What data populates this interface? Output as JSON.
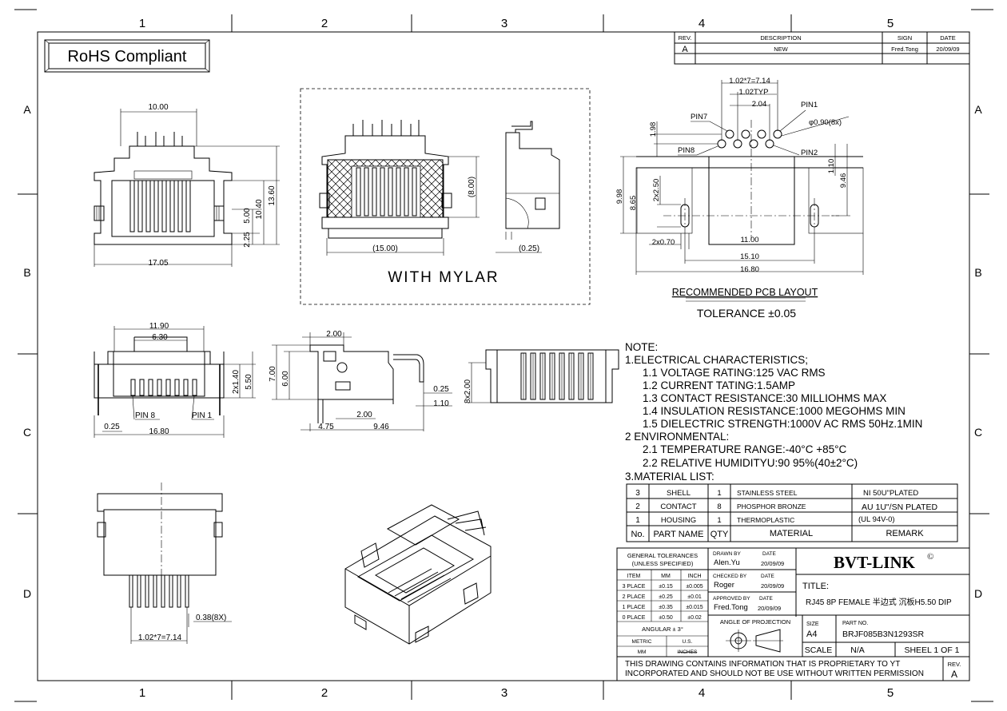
{
  "frame": {
    "columns": [
      "1",
      "2",
      "3",
      "4",
      "5"
    ],
    "rows": [
      "A",
      "B",
      "C",
      "D"
    ]
  },
  "rohs": "RoHS Compliant",
  "revision_table": {
    "headers": [
      "REV.",
      "DESCRIPTION",
      "SIGN",
      "DATE"
    ],
    "row": [
      "A",
      "NEW",
      "Fred.Tong",
      "20/09/09"
    ]
  },
  "front_view": {
    "dims": [
      "10.00",
      "13.60",
      "10.40",
      "5.00",
      "2.25",
      "17.05"
    ]
  },
  "mylar_view": {
    "dims": [
      "(8.00)",
      "(15.00)",
      "(0.25)"
    ],
    "caption": "WITH MYLAR"
  },
  "pcb_layout": {
    "dims": [
      "1.02*7=7.14",
      "1.02TYP",
      "2.04",
      "φ0.90(8x)",
      "1.98",
      "1.10",
      "9.46",
      "9.98",
      "8.65",
      "2x2.50",
      "2x0.70",
      "11.00",
      "15.10",
      "16.80"
    ],
    "pins": [
      "PIN7",
      "PIN1",
      "PIN8",
      "PIN2"
    ],
    "caption": "RECOMMENDED PCB LAYOUT",
    "tolerance": "TOLERANCE ±0.05"
  },
  "top_view": {
    "dims": [
      "11.90",
      "6.30",
      "2x1.40",
      "5.50",
      "0.25",
      "16.80"
    ],
    "pins": [
      "PIN 8",
      "PIN 1"
    ]
  },
  "side_view": {
    "dims": [
      "2.00",
      "7.00",
      "6.00",
      "0.25",
      "1.10",
      "2.00",
      "4.75",
      "9.46"
    ]
  },
  "back_view": {
    "dims": [
      "8x2.00"
    ]
  },
  "bottom_view": {
    "dims": [
      "0.38(8X)",
      "1.02*7=7.14"
    ]
  },
  "notes": {
    "heading": "NOTE:",
    "lines": [
      "1.ELECTRICAL  CHARACTERISTICS;",
      "1.1  VOLTAGE  RATING:125  VAC  RMS",
      "1.2  CURRENT  TATING:1.5AMP",
      "1.3  CONTACT  RESISTANCE:30  MILLIOHMS  MAX",
      "1.4  INSULATION  RESISTANCE:1000  MEGOHMS  MIN",
      "1.5  DIELECTRIC  STRENGTH:1000V  AC  RMS  50Hz.1MIN",
      "2  ENVIRONMENTAL:",
      "2.1  TEMPERATURE  RANGE:-40°C    +85°C",
      "2.2  RELATIVE  HUMIDITYU:90    95%(40±2°C)",
      "3.MATERIAL  LIST:"
    ]
  },
  "material_table": {
    "rows": [
      [
        "3",
        "SHELL",
        "1",
        "STAINLESS STEEL",
        "NI 50U\"PLATED"
      ],
      [
        "2",
        "CONTACT",
        "8",
        "PHOSPHOR BRONZE",
        "AU 1U\"/SN PLATED"
      ],
      [
        "1",
        "HOUSING",
        "1",
        "THERMOPLASTIC",
        "(UL 94V-0)"
      ]
    ],
    "header": [
      "No.",
      "PART NAME",
      "QTY",
      "MATERIAL",
      "REMARK"
    ]
  },
  "title_block": {
    "general_tol": [
      "GENERAL TOLERANCES",
      "(UNLESS SPECIFIED)"
    ],
    "tol_headers": [
      "ITEM",
      "MM",
      "INCH"
    ],
    "tol_rows": [
      [
        "3 PLACE",
        "±0.15",
        "±0.005"
      ],
      [
        "2 PLACE",
        "±0.25",
        "±0.01"
      ],
      [
        "1 PLACE",
        "±0.35",
        "±0.015"
      ],
      [
        "0 PLACE",
        "±0.50",
        "±0.02"
      ]
    ],
    "angular": "ANGULAR ± 3°",
    "units": [
      "METRIC",
      "U.S.",
      "MM",
      "INCHES"
    ],
    "drawn_by_label": "DRAWN BY",
    "drawn_by": "Alen.Yu",
    "checked_by_label": "CHECKED BY",
    "checked_by": "Roger",
    "approved_by_label": "APPROVED BY",
    "approved_by": "Fred.Tong",
    "date_label": "DATE",
    "dates": [
      "20/09/09",
      "20/09/09",
      "20/09/09"
    ],
    "company": "BVT-LINK",
    "company_mark": "©",
    "title_label": "TITLE:",
    "title": "RJ45  8P  FEMALE  半边式  沉板H5.50  DIP",
    "projection_label": "ANGLE OF PROJECTION",
    "size_label": "SIZE",
    "size": "A4",
    "part_no_label": "PART NO.",
    "part_no": "BRJF085B3N1293SR",
    "scale_label": "SCALE",
    "scale": "N/A",
    "sheet": "SHEEL  1  OF  1",
    "proprietary": [
      "THIS  DRAWING  CONTAINS  INFORMATION  THAT  IS  PROPRIETARY  TO  YT",
      "INCORPORATED  AND  SHOULD  NOT  BE  USE  WITHOUT  WRITTEN  PERMISSION"
    ],
    "rev_label": "REV.",
    "rev": "A"
  }
}
